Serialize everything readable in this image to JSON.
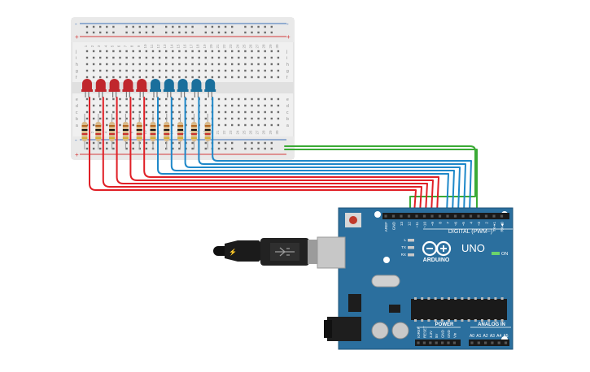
{
  "breadboard": {
    "row_letters_top": [
      "j",
      "i",
      "h",
      "g",
      "f"
    ],
    "row_letters_bottom": [
      "e",
      "d",
      "c",
      "b",
      "a"
    ],
    "column_numbers": [
      "1",
      "2",
      "3",
      "4",
      "5",
      "6",
      "7",
      "8",
      "9",
      "10",
      "11",
      "12",
      "13",
      "14",
      "15",
      "16",
      "17",
      "18",
      "19",
      "20",
      "21",
      "22",
      "23",
      "24",
      "25",
      "26",
      "27",
      "28",
      "29",
      "30"
    ],
    "rail_plus": "+",
    "rail_minus": "-"
  },
  "leds": {
    "red_count": 5,
    "blue_count": 5,
    "red_color": "#c0272d",
    "blue_color": "#1a6f9c"
  },
  "wires": {
    "red_color": "#e01f26",
    "blue_color": "#1e88c9",
    "green_color": "#3aaa35"
  },
  "arduino": {
    "brand": "ARDUINO",
    "model": "UNO",
    "digital_label": "DIGITAL (PWM~)",
    "power_label": "POWER",
    "analog_label": "ANALOG IN",
    "on_label": "ON",
    "led_labels": [
      "L",
      "TX",
      "RX"
    ],
    "digital_pins": [
      "AREF",
      "GND",
      "13",
      "12",
      "~11",
      "~10",
      "~9",
      "8",
      "7",
      "~6",
      "~5",
      "4",
      "~3",
      "2",
      "TX➜1",
      "RX◀0"
    ],
    "power_pins": [
      "IOREF",
      "RESET",
      "3.3V",
      "5V",
      "GND",
      "GND",
      "Vin"
    ],
    "analog_pins": [
      "A0",
      "A1",
      "A2",
      "A3",
      "A4",
      "A5"
    ],
    "board_color": "#2b6f9e"
  }
}
